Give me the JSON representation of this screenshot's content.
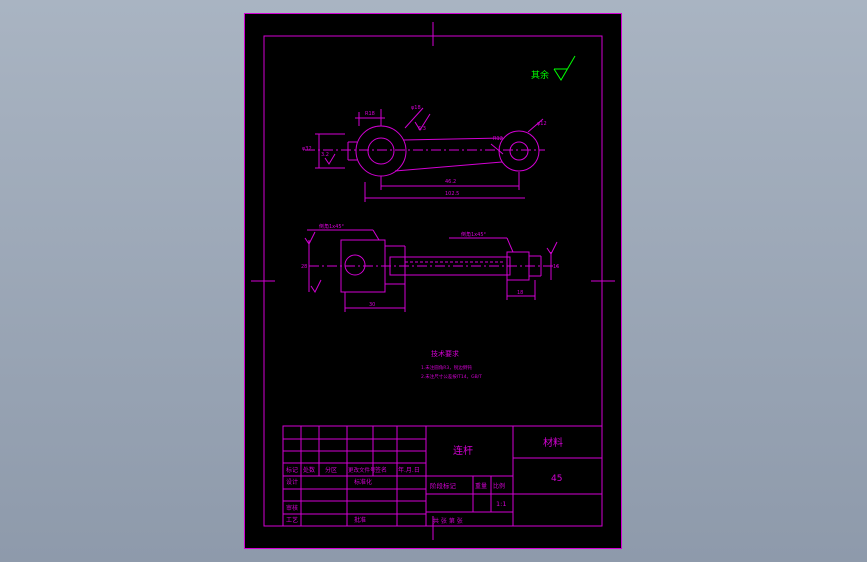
{
  "drawing": {
    "roughness_note": "其余",
    "tech_req_title": "技术要求",
    "tech_req_lines": [
      "1.未注圆角R3，锐边倒钝",
      "2.未注尺寸公差按IT14，GB/T"
    ],
    "top_view_dims": {
      "left_h": "φ32",
      "center_left": "R18",
      "center_right": "R12",
      "bottom_1": "46.2",
      "bottom_2": "102.5",
      "hole_l": "φ18",
      "hole_r": "φ12",
      "rough_1": "6.3",
      "rough_2": "3.2"
    },
    "side_view_dims": {
      "left_label": "倒角1x45°",
      "right_label": "倒角1x45°",
      "width_l": "30",
      "width_r": "18",
      "h_l": "28",
      "h_r": "16"
    }
  },
  "title_block": {
    "part_name": "连杆",
    "material_label": "材料",
    "material_value": "45",
    "header_cells": [
      "标记",
      "处数",
      "分区",
      "更改文件号",
      "签名",
      "年.月.日"
    ],
    "design": "设计",
    "standardize": "标准化",
    "review": "审核",
    "process": "工艺",
    "approve": "批准",
    "stage_mark": "阶段标记",
    "weight": "重量",
    "scale_label": "比例",
    "scale_value": "1:1",
    "sheet_info": "共  张  第  张"
  }
}
